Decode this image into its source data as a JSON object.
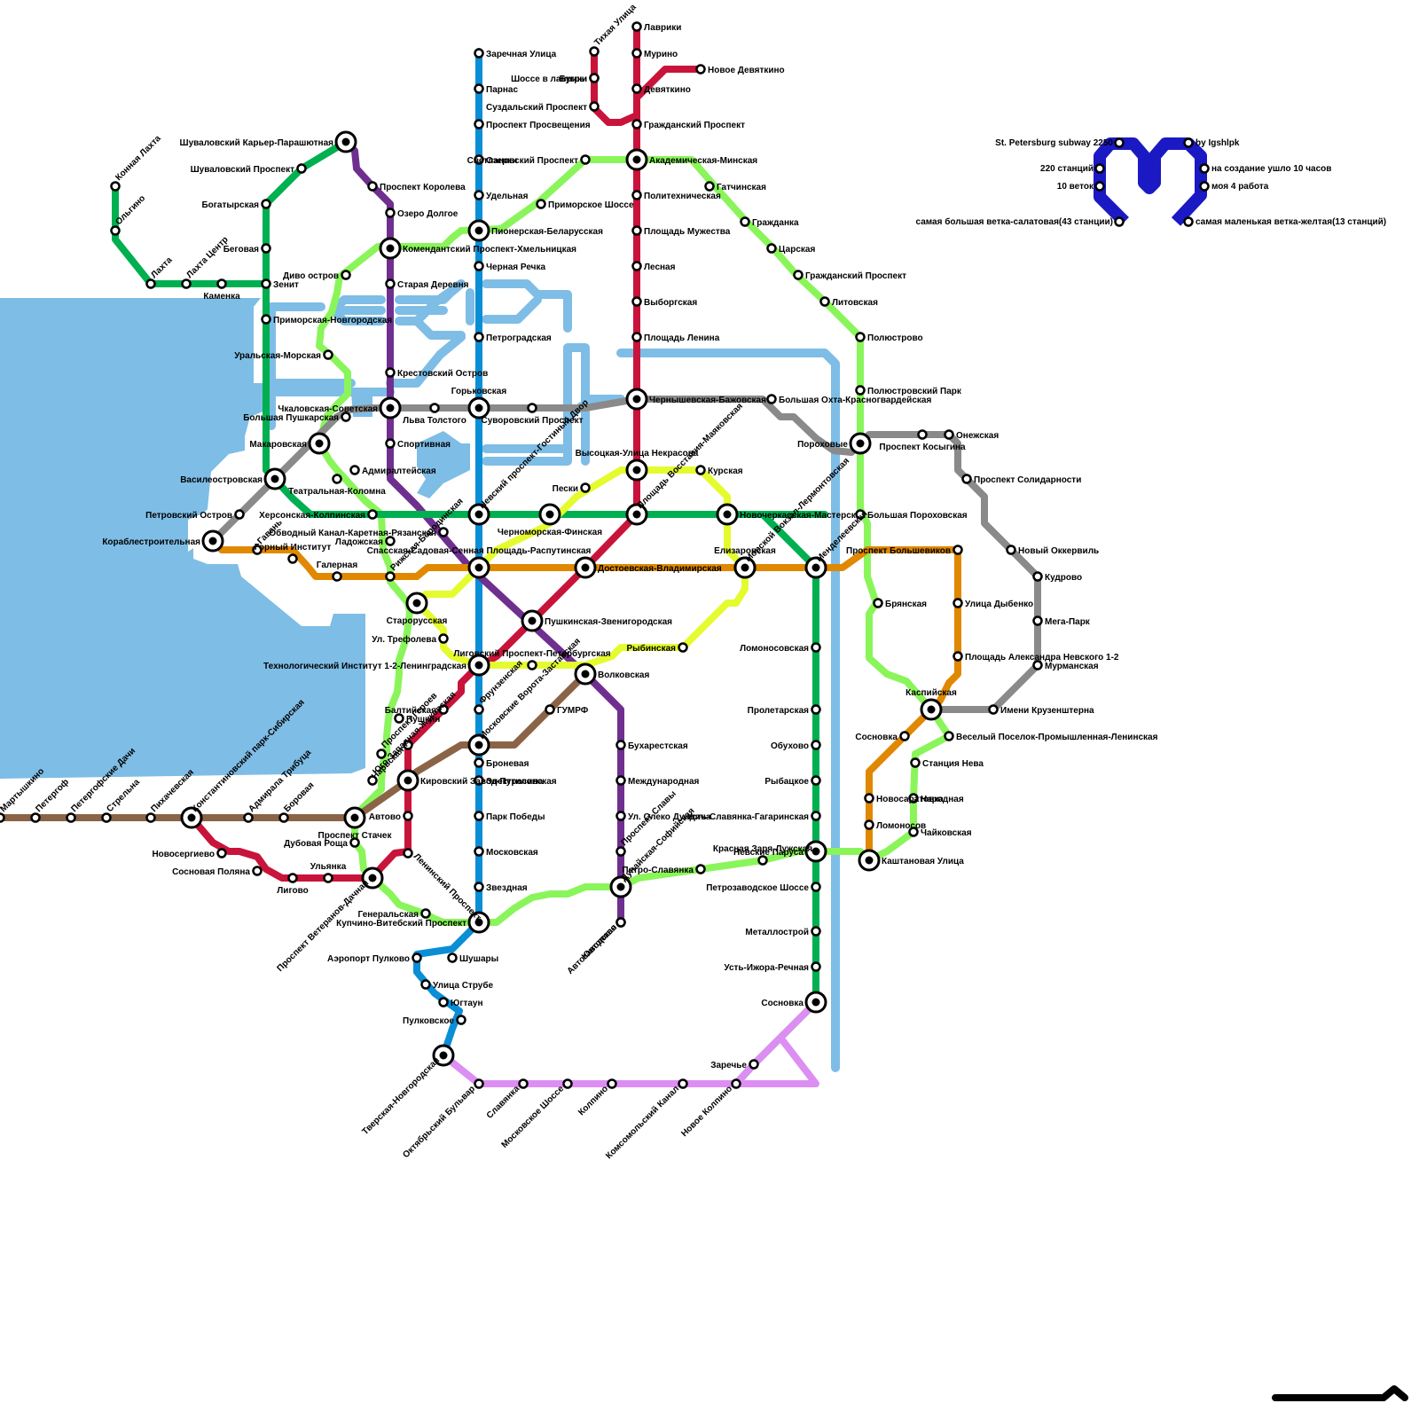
{
  "colors": {
    "water": "#7dbde6",
    "line_green": "#00b050",
    "line_red": "#c8133a",
    "line_blue": "#0a8ed6",
    "line_purple": "#6e2f8e",
    "line_lime": "#8af55a",
    "line_yellow": "#e4fc2e",
    "line_gray": "#8a8a8a",
    "line_orange": "#e08800",
    "line_brown": "#8b6448",
    "line_pink": "#dc8ef2",
    "line_legend": "#1a19c4"
  },
  "legend": {
    "title": "St. Petersburg subway 2250",
    "author": "by Igshlpk",
    "stations_count": "220 станций",
    "lines_count": "10 веток",
    "time_spent": "на создание ушло 10 часов",
    "work_number": "моя 4 работа",
    "largest_line": "самая большая ветка-салатовая(43 станции)",
    "smallest_line": "самая маленькая ветка-желтая(13 станций)"
  },
  "stations": [
    "Заречная Улица",
    "Парнас",
    "Проспект Просвещения",
    "Озерки",
    "Удельная",
    "Пионерская-Беларусская",
    "Черная Речка",
    "Петроградская",
    "Горьковская",
    "Невский проспект-Гостиный Двор",
    "Спасская-Садовая-Сенная Площадь-Распутинская",
    "Технологический Институт 1-2-Ленинградская",
    "Фрунзенская",
    "Московские Ворота-Заставская",
    "Броневая",
    "Электросила",
    "Парк Победы",
    "Московская",
    "Звездная",
    "Купчино-Витебский Проспект",
    "Шушары",
    "Аэропорт Пулково",
    "Улица Струбе",
    "Югтаун",
    "Пулковское",
    "Тверская-Новгородская",
    "Лаврики",
    "Мурино",
    "Девяткино",
    "Новое Девяткино",
    "Тихая Улица",
    "Шоссе в лаврики",
    "Бугры",
    "Суздальский Проспект",
    "Гражданский Проспект",
    "Академическая-Минская",
    "Политехническая",
    "Площадь Мужества",
    "Лесная",
    "Выборгская",
    "Площадь Ленина",
    "Чернышевская-Бажовская",
    "Высоцкая-Улица Некрасова",
    "Площадь Восстания-Маяковская",
    "Достоевская-Владимирская",
    "Пушкинская-Звенигородская",
    "Балтийская",
    "Нарвская",
    "Кировский Завод-Путиловская",
    "Автово",
    "Ленинский Проспект",
    "Проспект Ветеранов-Дачная",
    "Ульянка",
    "Лигово",
    "Сосновая Поляна",
    "Новосергиево",
    "Константиновский парк-Сибирская",
    "Шуваловский Карьер-Парашютная",
    "Проспект Королева",
    "Озеро Долгое",
    "Комендантский Проспект-Хмельницкая",
    "Старая Деревня",
    "Крестовский Остров",
    "Чкаловская-Советская",
    "Спортивная",
    "Адмиралтейская",
    "Обводный Канал-Каретная-Рязанская",
    "Волковская",
    "Бухарестская",
    "Международная",
    "Ул. Олеко Дундича",
    "Проспект Славы",
    "Дунайская-Софийская",
    "Автозаводская",
    "Юнтолово",
    "Конная Лахта",
    "Ольгино",
    "Лахта",
    "Лахта Центр",
    "Каменка",
    "Шуваловский Проспект",
    "Богатырская",
    "Беговая",
    "Зенит",
    "Приморская-Новгородская",
    "Василеостровская",
    "Херсонская-Колпинская",
    "Черноморская-Финская",
    "Новочеркасская-Мастерская",
    "Елизаровская",
    "Ломоносовская",
    "Пролетарская",
    "Обухово",
    "Рыбацкое",
    "Усть-Славянка-Гагаринская",
    "Невские Паруса",
    "Петрозаводское Шоссе",
    "Металлострой",
    "Усть-Ижора-Речная",
    "Сосновка",
    "Светлановский Проспект",
    "Приморское Шоссе",
    "Диво остров",
    "Уральская-Морская",
    "Макаровская",
    "Театральная-Коломна",
    "Рижская-Бородинская",
    "Старорусская",
    "Ул. Трефолева",
    "Проспект Героев",
    "Юго-Западная-Жуковская",
    "Проспект Стачек",
    "Дубовая Роща",
    "Генеральская",
    "Петро-Славянка",
    "Красная Заря-Лужская",
    "Каштановая Улица",
    "Чайковская",
    "Народная",
    "Станция Нева",
    "Веселый Поселок-Промышленная-Ленинская",
    "Каспийская",
    "Брянская",
    "Большая Пороховская",
    "Полюстровский Парк",
    "Полюстрово",
    "Литовская",
    "Гражданский Проспект",
    "Царская",
    "Гражданка",
    "Гатчинская",
    "Пески",
    "Курская",
    "Рыбинская",
    "Лиговский Проспект-Петербургская",
    "Морской Вокзал-Лермонтовская",
    "Кораблестроительная",
    "Петровский Остров",
    "Большая Пушкарская",
    "Льва Толстого",
    "Суворовский Проспект",
    "Большая Охта-Красногвардейская",
    "Пороховые",
    "Проспект Косыгина",
    "Онежская",
    "Проспект Солидарности",
    "Новый Оккервиль",
    "Кудрово",
    "Мега-Парк",
    "Мурманская",
    "Имени Крузенштерна",
    "Гавань",
    "Горный Институт",
    "Галерная",
    "Ладожская",
    "Проспект Большевиков",
    "Улица Дыбенко",
    "Площадь Александра Невского 1-2",
    "Менделеевская",
    "Сосновка",
    "Новосаратовка",
    "Ломоносов",
    "Мартышкино",
    "Петергоф",
    "Петергофские Дачи",
    "Стрельна",
    "Пихачевская",
    "Адмирала Трибуца",
    "Боровая",
    "ГУМРФ",
    "Пушкин",
    "Октябрьский Бульвар",
    "Славянка",
    "Московское Шоссе",
    "Колпино",
    "Комсомольский Канал",
    "Новое Колпино",
    "Заречье"
  ]
}
